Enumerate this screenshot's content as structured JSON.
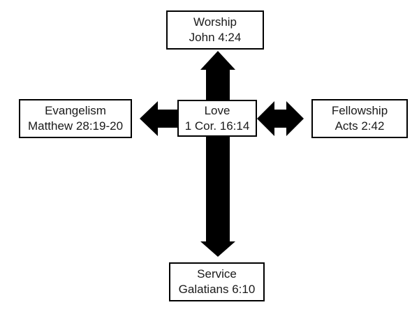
{
  "diagram": {
    "nodes": {
      "worship": {
        "title": "Worship",
        "reference": "John 4:24"
      },
      "love": {
        "title": "Love",
        "reference": "1 Cor. 16:14"
      },
      "evangelism": {
        "title": "Evangelism",
        "reference": "Matthew 28:19-20"
      },
      "fellowship": {
        "title": "Fellowship",
        "reference": "Acts 2:42"
      },
      "service": {
        "title": "Service",
        "reference": "Galatians 6:10"
      }
    },
    "colors": {
      "arrow": "#000000",
      "box_border": "#000000",
      "box_fill": "#ffffff",
      "text": "#1a1a1a"
    }
  }
}
